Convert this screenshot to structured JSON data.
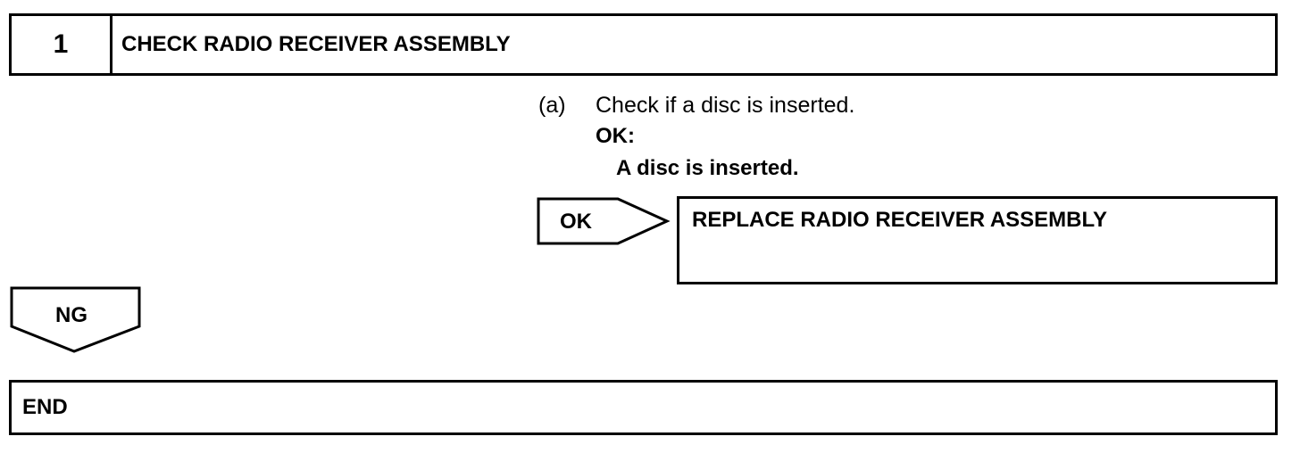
{
  "step": {
    "number": "1",
    "title": "CHECK RADIO RECEIVER ASSEMBLY"
  },
  "instruction": {
    "letter": "(a)",
    "text": "Check if a disc is inserted.",
    "ok_label": "OK:",
    "ok_result": "A disc is inserted."
  },
  "ok_branch": {
    "label": "OK",
    "action": "REPLACE RADIO RECEIVER ASSEMBLY"
  },
  "ng_branch": {
    "label": "NG"
  },
  "end": {
    "label": "END"
  }
}
